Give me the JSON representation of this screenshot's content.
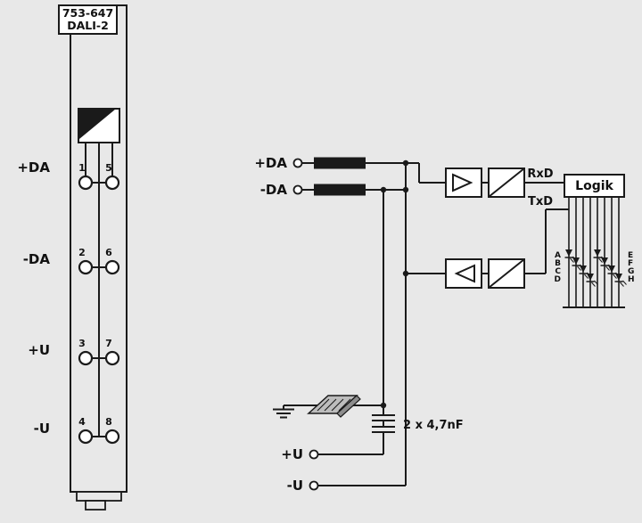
{
  "module": {
    "order_number": "753-647",
    "variant": "DALI-2",
    "terminal_labels": {
      "plus_da": "+DA",
      "minus_da": "-DA",
      "plus_u": "+U",
      "minus_u": "-U"
    },
    "terminal_numbers_left": [
      "1",
      "2",
      "3",
      "4"
    ],
    "terminal_numbers_right": [
      "5",
      "6",
      "7",
      "8"
    ]
  },
  "circuit": {
    "plus_da_label": "+DA",
    "minus_da_label": "-DA",
    "rxd_label": "RxD",
    "txd_label": "TxD",
    "logic_label": "Logik",
    "capacitor_label": "2 x 4,7nF",
    "plus_u_label": "+U",
    "minus_u_label": "-U",
    "led_labels_left": [
      "A",
      "B",
      "C",
      "D"
    ],
    "led_labels_right": [
      "E",
      "F",
      "G",
      "H"
    ]
  },
  "colors": {
    "background": "#e8e8e8",
    "line": "#1a1a1a"
  }
}
